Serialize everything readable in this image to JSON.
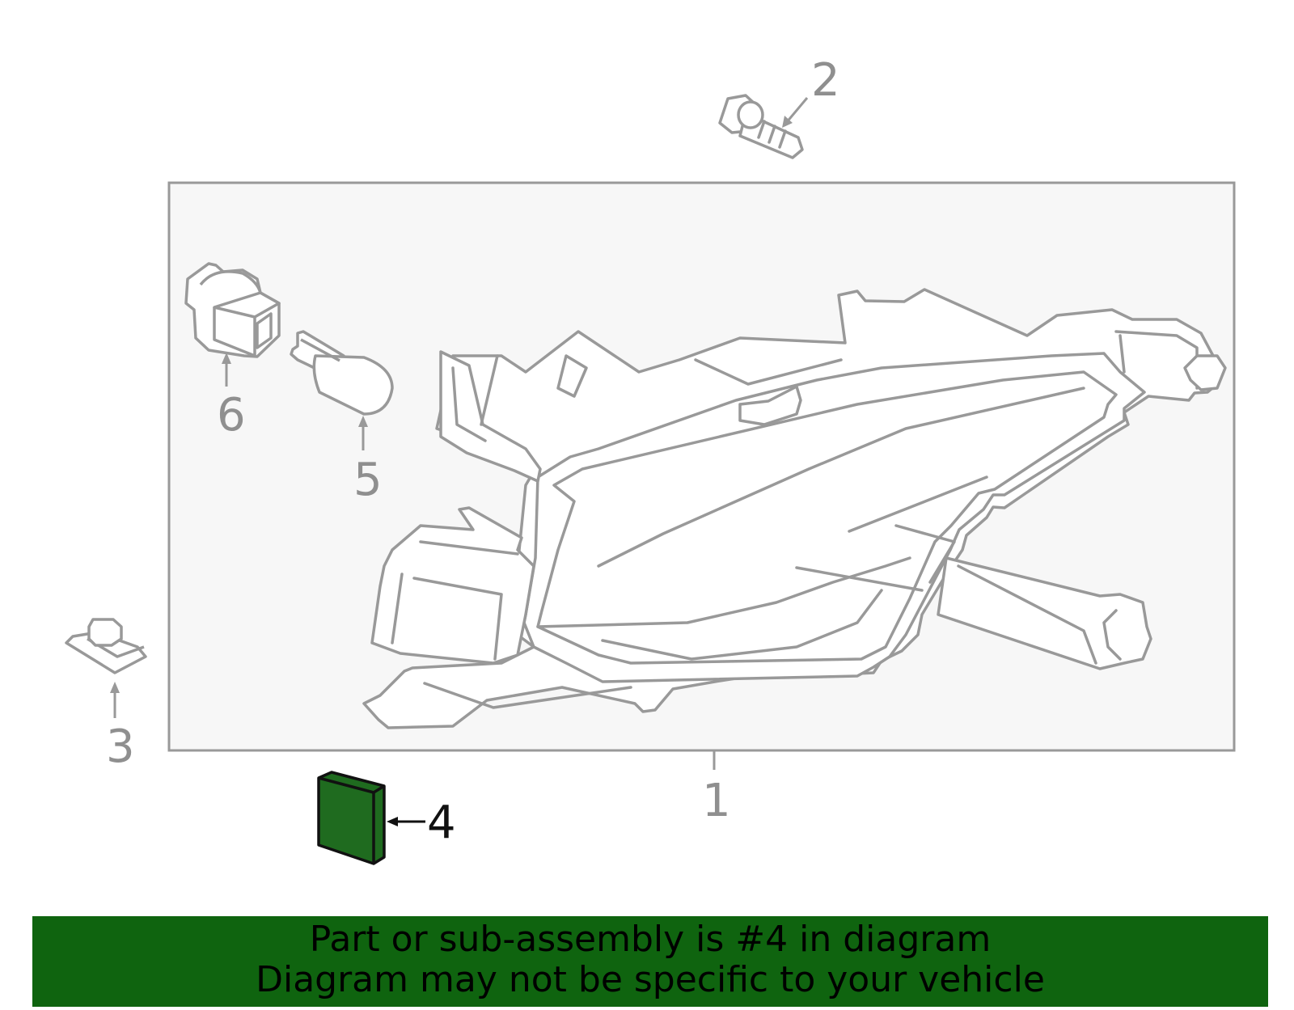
{
  "colors": {
    "line_gray": "#999999",
    "panel_fill": "#f7f7f7",
    "highlight_green": "#1f6b1f",
    "banner_green": "#0f640f",
    "banner_text": "#000000"
  },
  "callouts": [
    {
      "id": "1",
      "label": "1"
    },
    {
      "id": "2",
      "label": "2"
    },
    {
      "id": "3",
      "label": "3"
    },
    {
      "id": "4",
      "label": "4",
      "highlighted": true
    },
    {
      "id": "5",
      "label": "5"
    },
    {
      "id": "6",
      "label": "6"
    }
  ],
  "banner": {
    "line1": "Part or sub-assembly is #4 in diagram",
    "line2": "Diagram may not be specific to your vehicle"
  }
}
